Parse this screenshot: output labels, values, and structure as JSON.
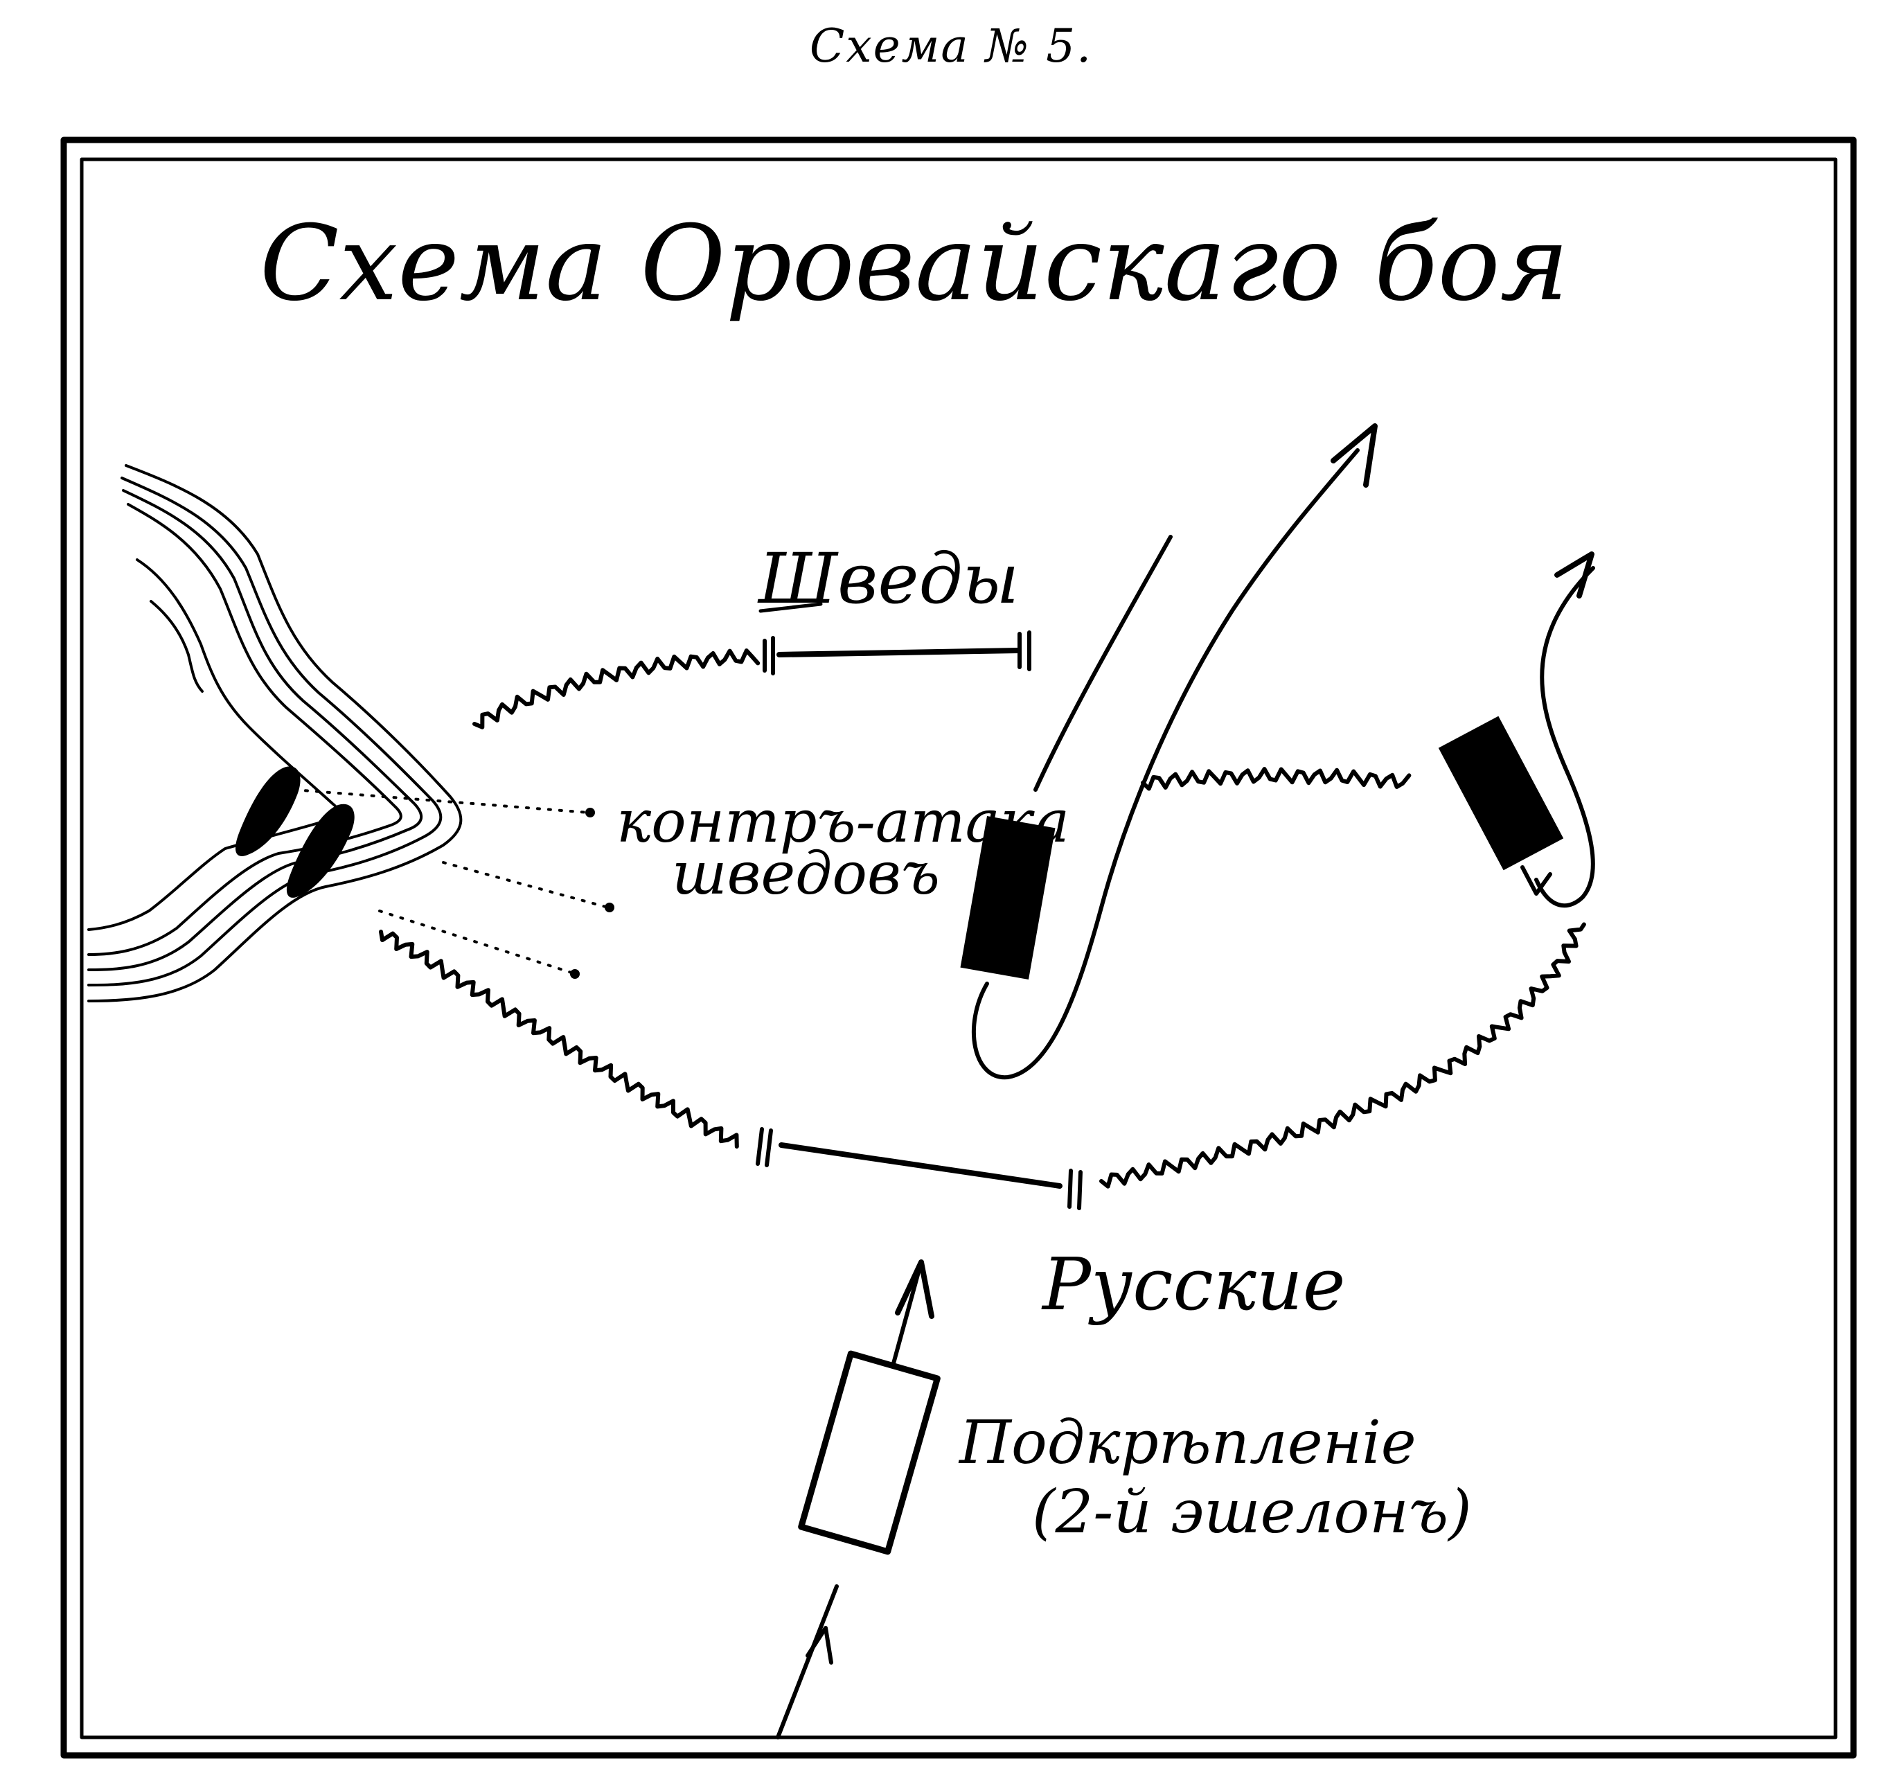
{
  "caption": "Схема № 5.",
  "diagram": {
    "title": "Схема Оровайскаго боя",
    "labels": {
      "swedes": "Шведы",
      "counterattack_line1": "контръ-атака",
      "counterattack_line2": "шведовъ",
      "russians": "Русские",
      "reserve_line1": "Подкрѣпленiе",
      "reserve_line2": "(2-й эшелонъ)"
    },
    "colors": {
      "ink": "#000000",
      "paper": "#ffffff"
    }
  }
}
